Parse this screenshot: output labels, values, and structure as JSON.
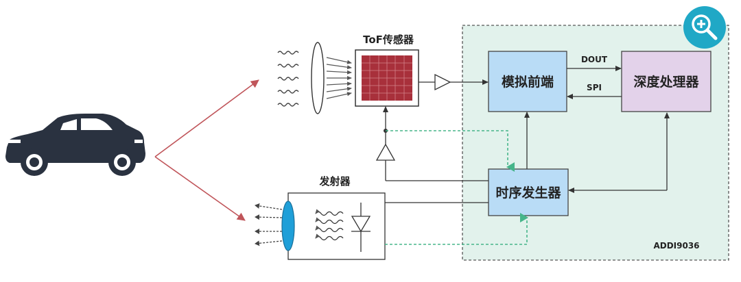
{
  "labels": {
    "tof_sensor": "ToF传感器",
    "emitter": "发射器",
    "analog_frontend": "模拟前端",
    "depth_processor": "深度处理器",
    "timing_generator": "时序发生器",
    "dout": "DOUT",
    "spi": "SPI",
    "chip_name": "ADDI9036"
  },
  "icons": {
    "zoom": "zoom-in-icon",
    "car": "car-icon"
  },
  "colors": {
    "chip_area": "#e2f2ec",
    "block_blue": "#b9dcf6",
    "block_purple": "#e3d2ea",
    "sensor_grid": "#a8303b",
    "red_arrow": "#c0555a",
    "dashed_green": "#46b58a",
    "lens_blue": "#1f9fd8",
    "car": "#2a3240",
    "zoom_badge": "#20a8c6"
  }
}
